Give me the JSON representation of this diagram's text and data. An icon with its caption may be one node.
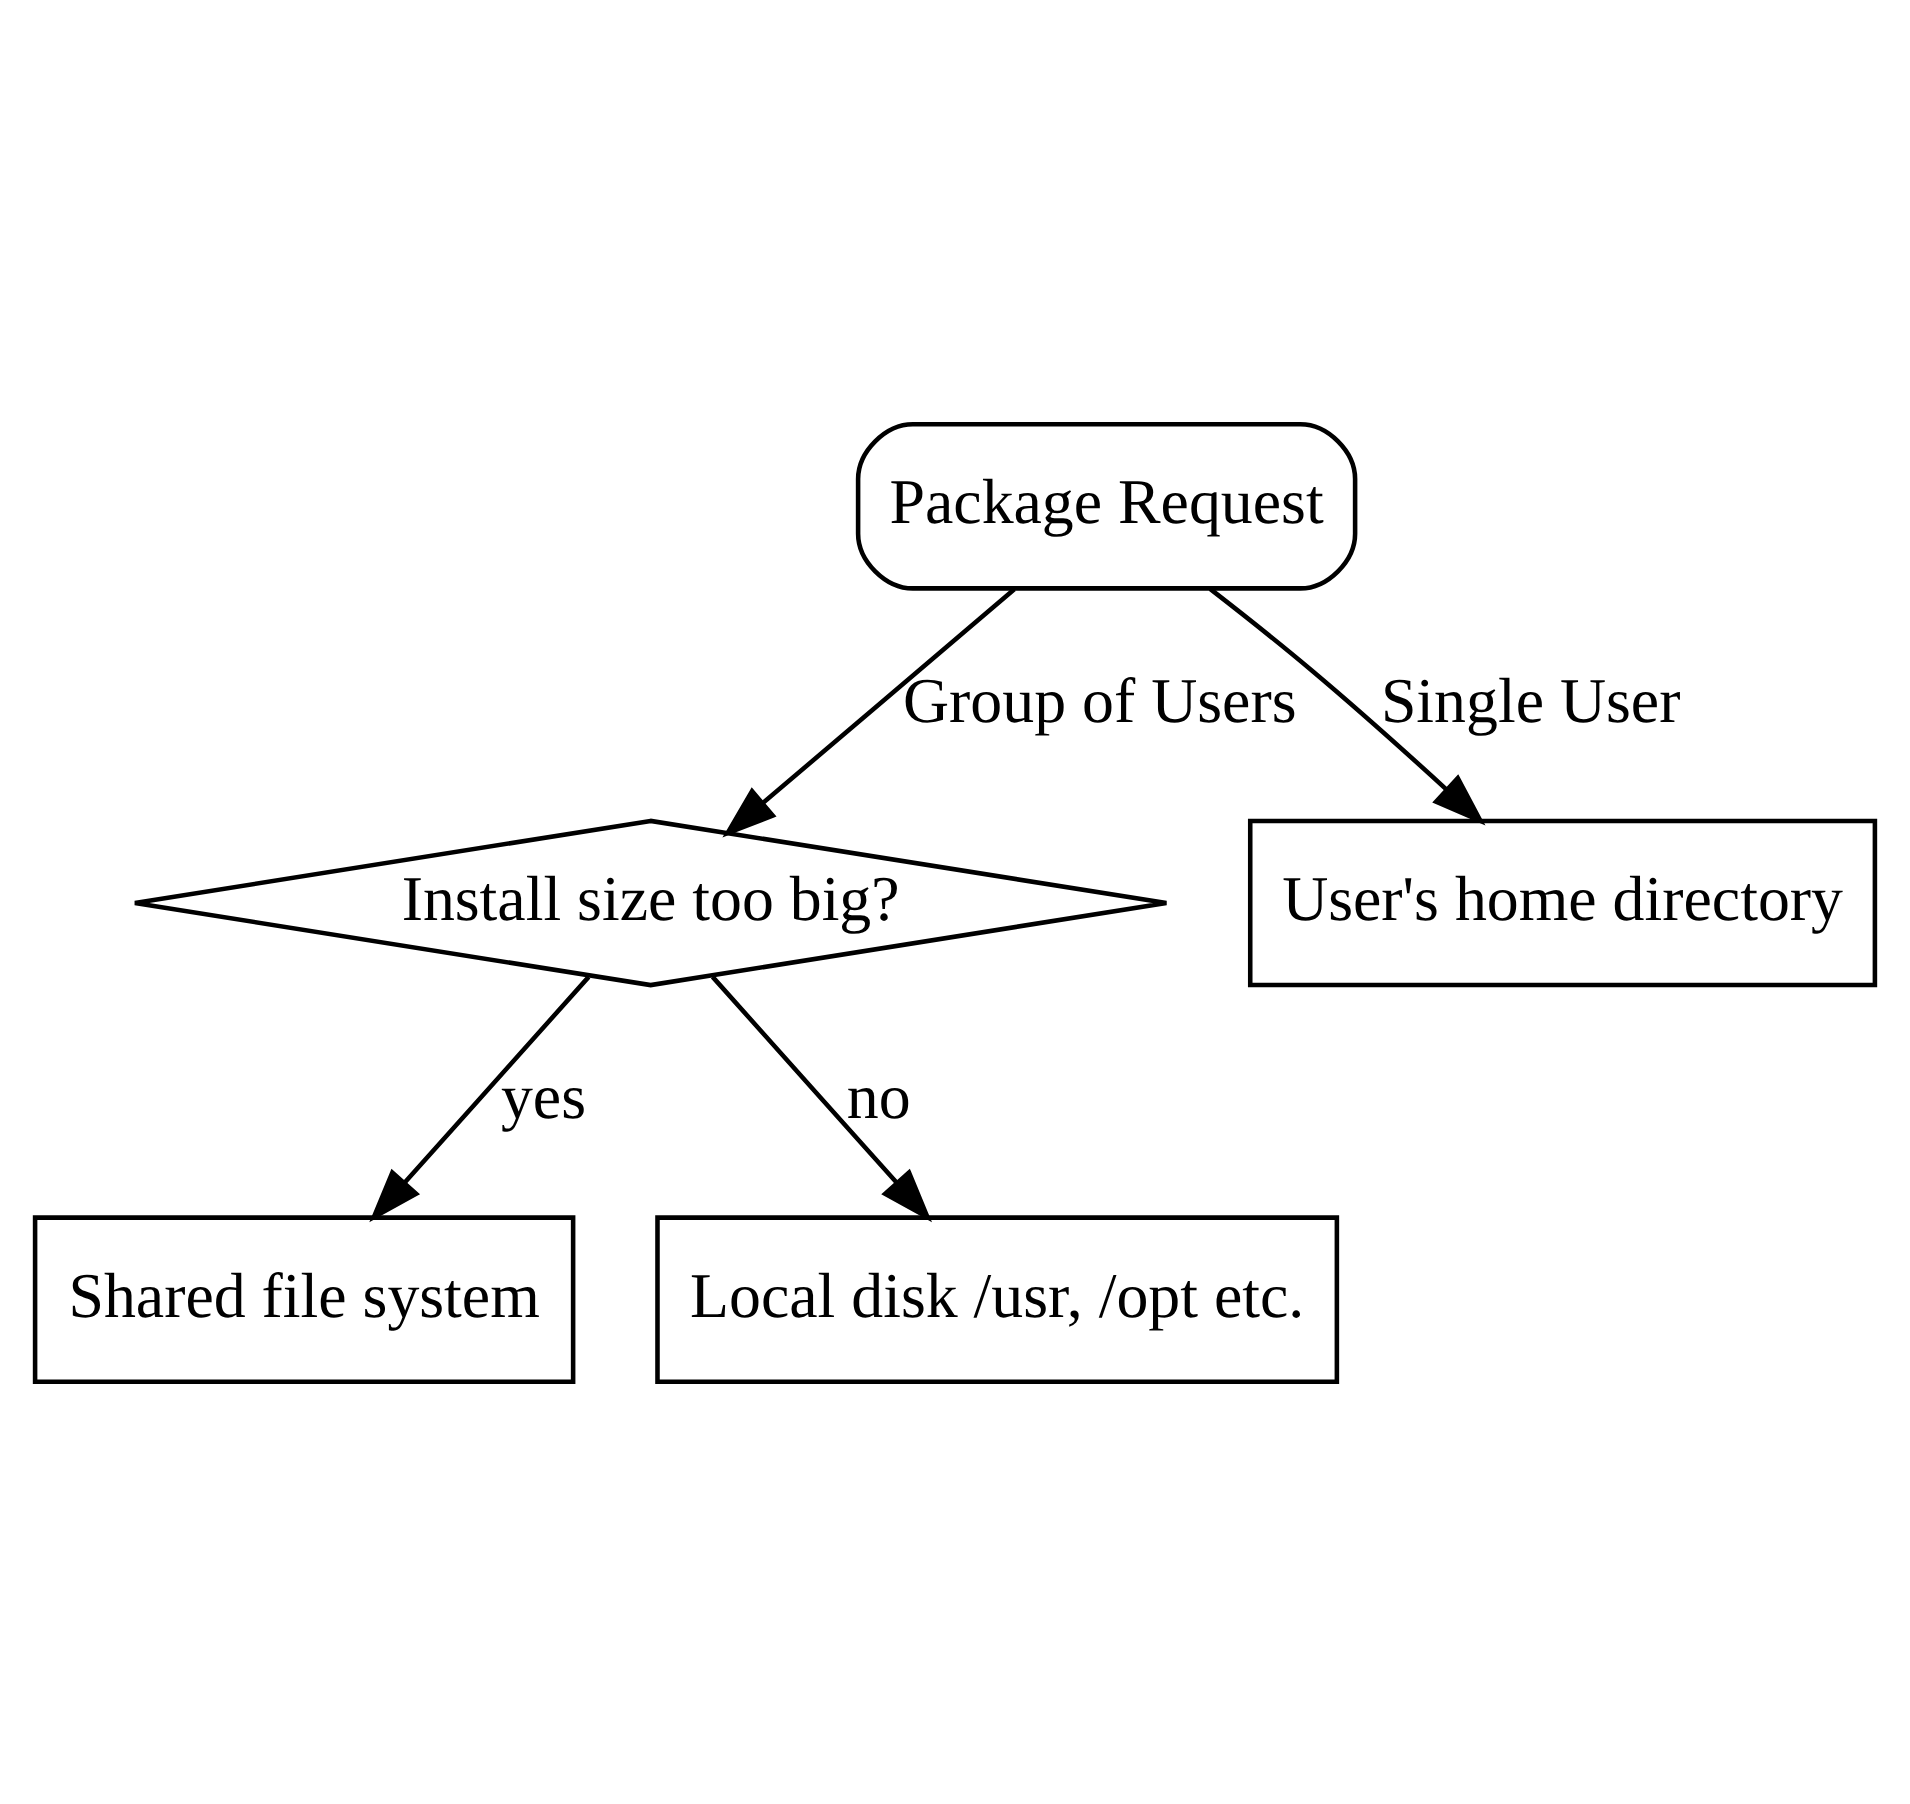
{
  "diagram": {
    "nodes": [
      {
        "text": [
          "Package Request"
        ]
      },
      {
        "text": [
          "Install size too big?"
        ]
      },
      {
        "text": [
          "User's home directory"
        ]
      },
      {
        "text": [
          "Shared file system"
        ]
      },
      {
        "text": [
          "Local disk /usr, /opt etc."
        ]
      }
    ],
    "edges": [
      {
        "from": 0,
        "to": 1,
        "arrow": "to",
        "label": "Group of Users"
      },
      {
        "from": 0,
        "to": 2,
        "arrow": "to",
        "label": "Single User"
      },
      {
        "from": 1,
        "to": 3,
        "arrow": "to",
        "label": "yes"
      },
      {
        "from": 1,
        "to": 4,
        "arrow": "to",
        "label": "no"
      }
    ]
  }
}
